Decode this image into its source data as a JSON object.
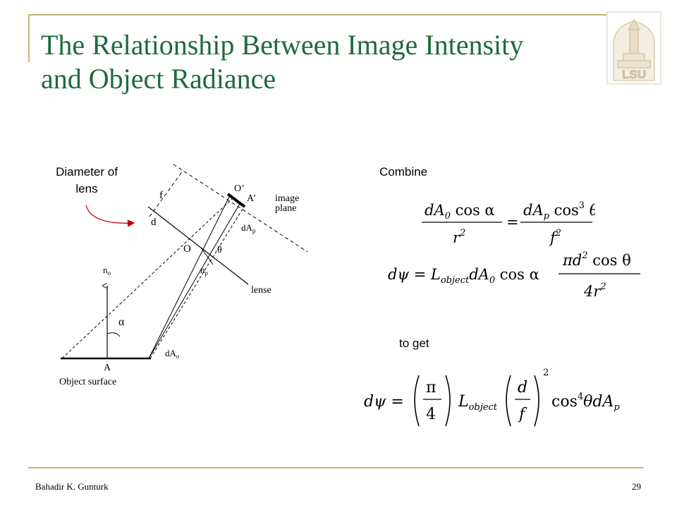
{
  "slide": {
    "title_line1": "The Relationship Between Image Intensity",
    "title_line2": "and Object Radiance",
    "logo_text": "LSU",
    "lens_label_line1": "Diameter of",
    "lens_label_line2": "lens",
    "combine_label": "Combine",
    "toget_label": "to get",
    "footer_author": "Bahadir K. Gunturk",
    "page_number": "29",
    "accent_color": "#1e6b3c",
    "rule_color": "#c8b46a"
  },
  "diagram": {
    "f": "f",
    "d": "d",
    "O_prime": "O’",
    "A_prime": "A’",
    "image_plane_1": "image",
    "image_plane_2": "plane",
    "dAp": "dA",
    "dAp_sub": "p",
    "O": "O",
    "theta": "θ",
    "np": "n",
    "np_sub": "p",
    "lense": "lense",
    "no": "n",
    "no_sub": "o",
    "alpha": "α",
    "dAo": "dA",
    "dAo_sub": "o",
    "A": "A",
    "object_surface": "Object surface"
  },
  "equations": {
    "eq1_lhs_num": "dA",
    "eq1_lhs_num_sub": "0",
    "eq1_lhs_num_tail": " cos α",
    "eq1_lhs_den": "r",
    "eq1_rhs_num": "dA",
    "eq1_rhs_num_sub": "p",
    "eq1_rhs_num_tail": " cos",
    "eq1_rhs_num_tail2": " θ",
    "eq1_rhs_den": "f",
    "eq2_lhs": "dψ = L",
    "eq2_sub": "object",
    "eq2_mid": "dA",
    "eq2_mid_sub": "0",
    "eq2_cos": " cos α",
    "eq2_num": "πd",
    "eq2_num_tail": " cos θ",
    "eq2_den": "4r",
    "eq3_lhs": "dψ =",
    "eq3_pi": "π",
    "eq3_four": "4",
    "eq3_L": "L",
    "eq3_sub": "object",
    "eq3_d": "d",
    "eq3_f": "f",
    "eq3_tail": "cos",
    "eq3_tail2": "θdA",
    "eq3_tail_sub": "p",
    "sup2": "2",
    "sup3": "3",
    "sup4": "4"
  }
}
